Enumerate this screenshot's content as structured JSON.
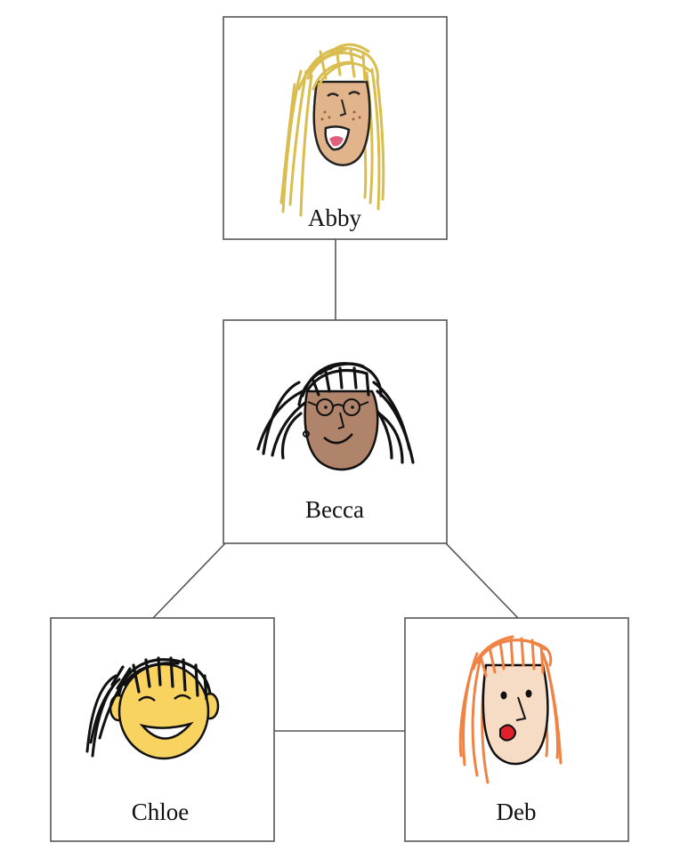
{
  "nodes": {
    "abby": {
      "label": "Abby",
      "hair_color": "#d9bd4e",
      "skin_color": "#e2b48c",
      "icon": "face-long-blonde-hair-laughing"
    },
    "becca": {
      "label": "Becca",
      "hair_color": "#111111",
      "skin_color": "#b0846a",
      "icon": "face-dark-hair-glasses"
    },
    "chloe": {
      "label": "Chloe",
      "hair_color": "#111111",
      "skin_color": "#f8d35f",
      "icon": "face-black-hair-smiling"
    },
    "deb": {
      "label": "Deb",
      "hair_color": "#f08243",
      "skin_color": "#f6dcc5",
      "icon": "face-red-hair-lipstick"
    }
  },
  "connections": [
    {
      "from": "abby",
      "to": "becca"
    },
    {
      "from": "becca",
      "to": "chloe"
    },
    {
      "from": "becca",
      "to": "deb"
    },
    {
      "from": "chloe",
      "to": "deb"
    }
  ]
}
